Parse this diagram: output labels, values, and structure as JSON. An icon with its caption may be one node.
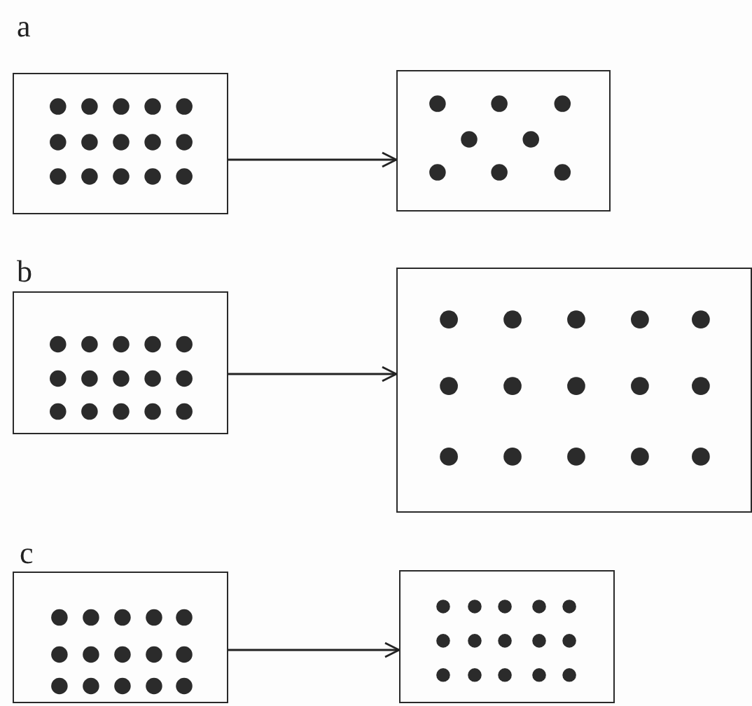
{
  "diagram": {
    "nodes": [
      {
        "text": [],
        "shape": "box"
      },
      {
        "text": [],
        "shape": "box"
      },
      {
        "text": [],
        "shape": "box"
      },
      {
        "text": [],
        "shape": "box"
      },
      {
        "text": [],
        "shape": "box"
      },
      {
        "text": [],
        "shape": "box"
      }
    ],
    "edges": [
      {
        "from": 0,
        "to": 1,
        "arrow": "to"
      },
      {
        "from": 2,
        "to": 3,
        "arrow": "to"
      },
      {
        "from": 4,
        "to": 5,
        "arrow": "to"
      }
    ],
    "labels": [
      "a",
      "b",
      "c"
    ]
  }
}
